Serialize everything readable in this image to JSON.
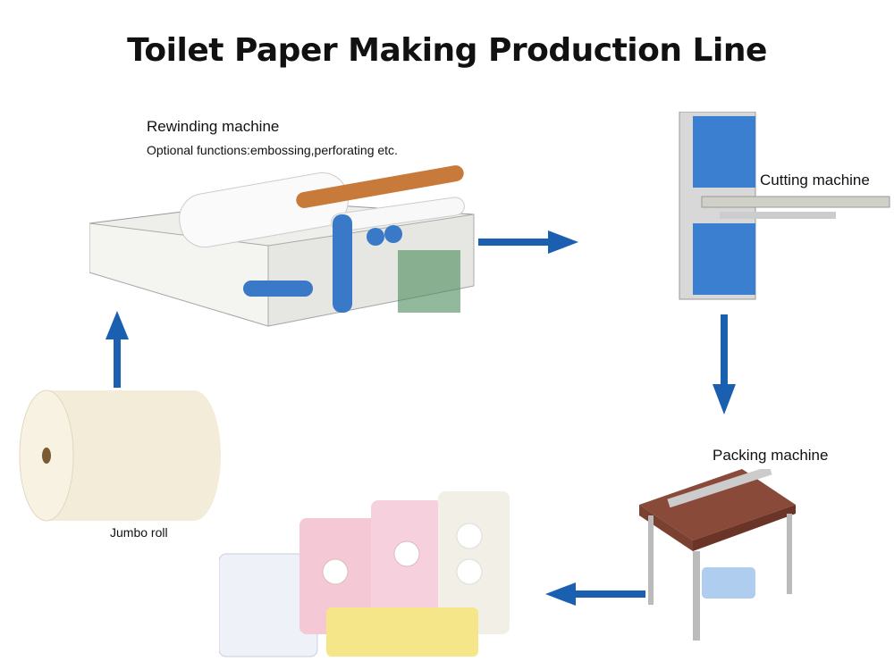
{
  "title": "Toilet Paper Making Production Line",
  "steps": {
    "rewinding": {
      "label": "Rewinding machine",
      "note": "Optional functions:embossing,perforating etc."
    },
    "cutting": {
      "label": "Cutting machine"
    },
    "packing": {
      "label": "Packing machine"
    },
    "jumbo": {
      "label": "Jumbo roll"
    }
  },
  "colors": {
    "arrow": "#1a5fb0",
    "machine_blue": "#3a78c8",
    "table_top": "#8a4a3a"
  }
}
